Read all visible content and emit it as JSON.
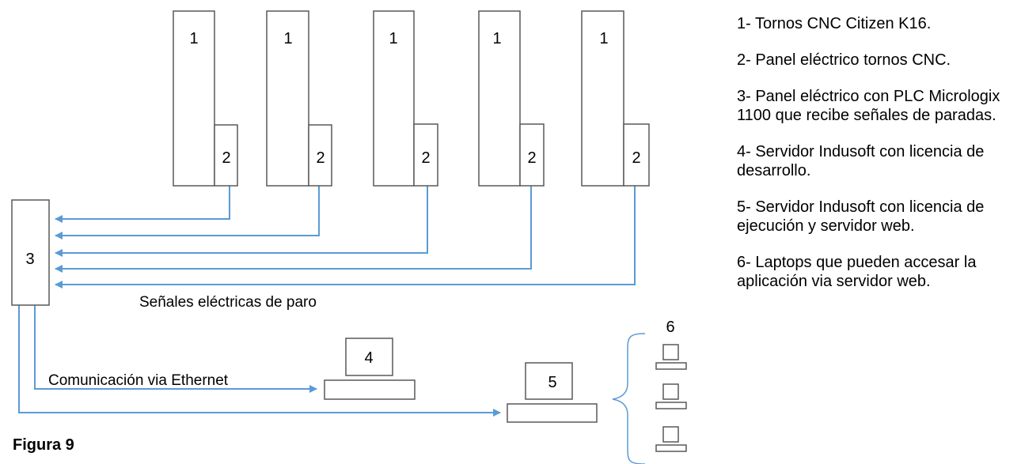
{
  "labels": {
    "lathe": "1",
    "panel": "2",
    "plc": "3",
    "dev_server": "4",
    "runtime_server": "5",
    "laptops": "6"
  },
  "captions": {
    "signals": "Señales eléctricas de paro",
    "ethernet": "Comunicación via Ethernet"
  },
  "legend": [
    "1- Tornos CNC Citizen K16.",
    "2- Panel eléctrico tornos CNC.",
    "3- Panel eléctrico con PLC Micrologix 1100 que recibe señales de paradas.",
    "4- Servidor Indusoft con licencia de desarrollo.",
    "5- Servidor Indusoft con licencia de ejecución y servidor web.",
    "6- Laptops que pueden accesar la aplicación via servidor web."
  ],
  "figure_caption": "Figura 9",
  "colors": {
    "outline": "#595959",
    "signal_line": "#5b9bd5",
    "text": "#000000"
  }
}
